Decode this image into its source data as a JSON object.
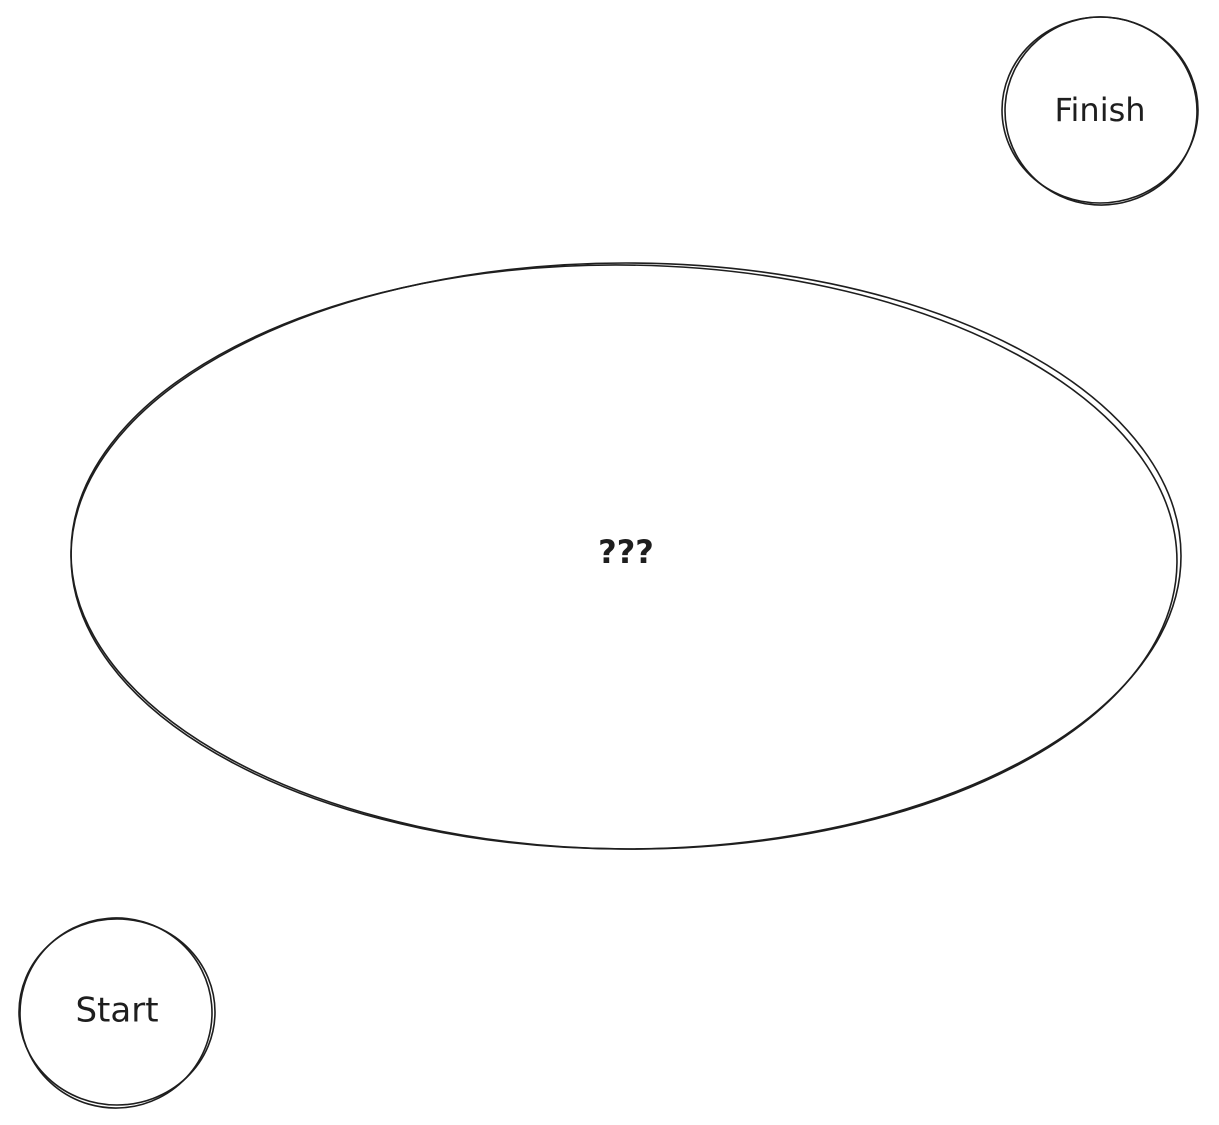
{
  "canvas": {
    "stroke_color": "#1e1e1e",
    "background": "#ffffff"
  },
  "nodes": {
    "finish": {
      "label": "Finish",
      "shape": "circle"
    },
    "unknown": {
      "label": "???",
      "shape": "ellipse"
    },
    "start": {
      "label": "Start",
      "shape": "circle"
    }
  }
}
